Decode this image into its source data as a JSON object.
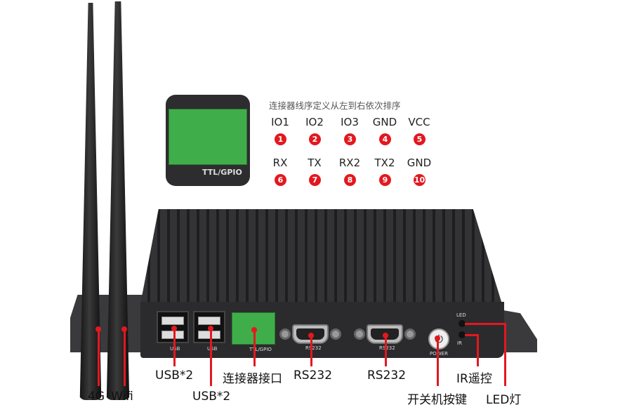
{
  "connector_inset": {
    "title": "连接器线序定义从左到右依次排序",
    "label": "TTL/GPIO",
    "pins": [
      {
        "name": "IO1",
        "num": "1"
      },
      {
        "name": "IO2",
        "num": "2"
      },
      {
        "name": "IO3",
        "num": "3"
      },
      {
        "name": "GND",
        "num": "4"
      },
      {
        "name": "VCC",
        "num": "5"
      },
      {
        "name": "RX",
        "num": "6"
      },
      {
        "name": "TX",
        "num": "7"
      },
      {
        "name": "RX2",
        "num": "8"
      },
      {
        "name": "TX2",
        "num": "9"
      },
      {
        "name": "GND",
        "num": "10"
      }
    ]
  },
  "device_labels": {
    "usb1": "USB",
    "usb2": "USB",
    "gpio": "TTL/GPIO",
    "rs232a": "RS232",
    "rs232b": "RS232",
    "power": "POWER",
    "led": "LED",
    "ir": "IR"
  },
  "callouts": {
    "ant_4g": "4G",
    "ant_wifi": "Wifi",
    "usb1": "USB*2",
    "usb2": "USB*2",
    "connector": "连接器接口",
    "rs232a": "RS232",
    "rs232b": "RS232",
    "power": "开关机按键",
    "ir": "IR遥控",
    "led": "LED灯"
  },
  "colors": {
    "accent": "#e3181f",
    "body": "#2b2b2e",
    "connector": "#3fae4a"
  }
}
